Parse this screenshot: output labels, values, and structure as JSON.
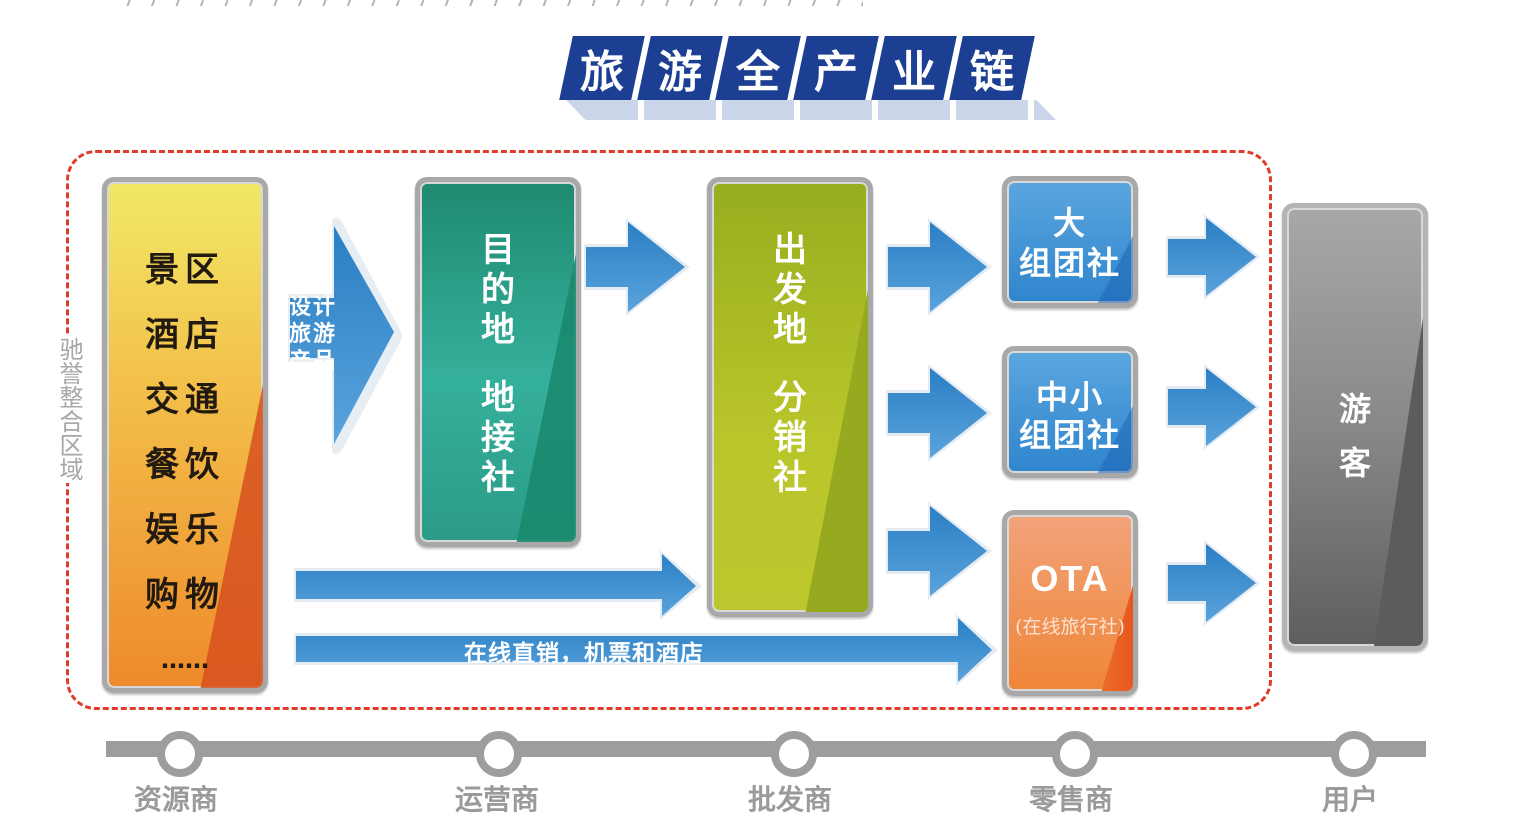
{
  "title": {
    "chars": [
      "旅",
      "游",
      "全",
      "产",
      "业",
      "链"
    ],
    "color": "#1c3f93"
  },
  "region": {
    "label": "驰誉整合区域",
    "border_color": "#e03c2c"
  },
  "resources": {
    "items": [
      "景区",
      "酒店",
      "交通",
      "餐饮",
      "娱乐",
      "购物",
      "……"
    ]
  },
  "design_arrow": {
    "label_lines": [
      "设计",
      "旅游",
      "产品"
    ]
  },
  "destination_box": {
    "lines_top": [
      "目",
      "的",
      "地"
    ],
    "lines_bottom": [
      "地",
      "接",
      "社"
    ]
  },
  "departure_box": {
    "lines_top": [
      "出",
      "发",
      "地"
    ],
    "lines_bottom": [
      "分",
      "销",
      "社"
    ]
  },
  "retailers": {
    "big_group": {
      "line1": "大",
      "line2": "组团社"
    },
    "small_group": {
      "line1": "中小",
      "line2": "组团社"
    },
    "ota": {
      "line1": "OTA",
      "line2": "(在线旅行社)"
    }
  },
  "tourist_box": {
    "lines": [
      "游",
      "客"
    ]
  },
  "direct_arrow": {
    "label": "在线直销，机票和酒店"
  },
  "timeline": {
    "stages": [
      "资源商",
      "运营商",
      "批发商",
      "零售商",
      "用户"
    ],
    "color": "#9c9d9c"
  },
  "colors": {
    "arrow_blue": "#2f86cc",
    "resource_yellow": "#f1e966",
    "resource_orange": "#ee8a2b",
    "destination_green": "#2b9b86",
    "departure_green": "#b9c62a",
    "retail_blue": "#3a8fd3",
    "ota_orange": "#ef8638",
    "tourist_gray": "#888888"
  }
}
